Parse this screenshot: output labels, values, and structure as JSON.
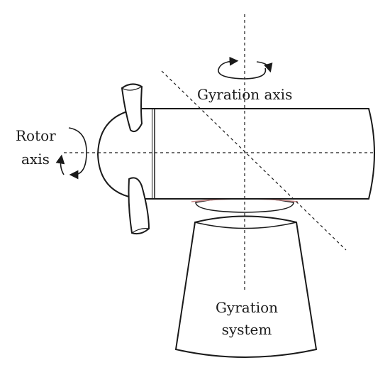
{
  "labels": {
    "gyration_axis": "Gyration axis",
    "rotor_axis_line1": "Rotor",
    "rotor_axis_line2": "axis",
    "gyration_system_line1": "Gyration",
    "gyration_system_line2": "system"
  },
  "colors": {
    "stroke": "#1a1a1a",
    "accent_pink": "#c98a8a",
    "background": "#ffffff"
  }
}
